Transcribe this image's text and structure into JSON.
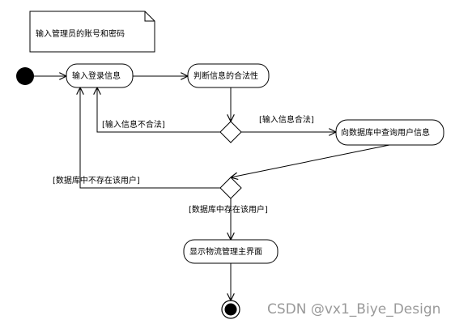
{
  "note": {
    "text": "输入管理员的账号和密码"
  },
  "activities": {
    "input_login": "输入登录信息",
    "validate": "判断信息的合法性",
    "query_db": "向数据库中查询用户信息",
    "show_main": "显示物流管理主界面"
  },
  "guards": {
    "invalid": "[输入信息不合法]",
    "valid": "[输入信息合法]",
    "user_not_exist": "[数据库中不存在该用户]",
    "user_exists": "[数据库中存在该用户]"
  },
  "watermark": "CSDN @vx1_Biye_Design"
}
